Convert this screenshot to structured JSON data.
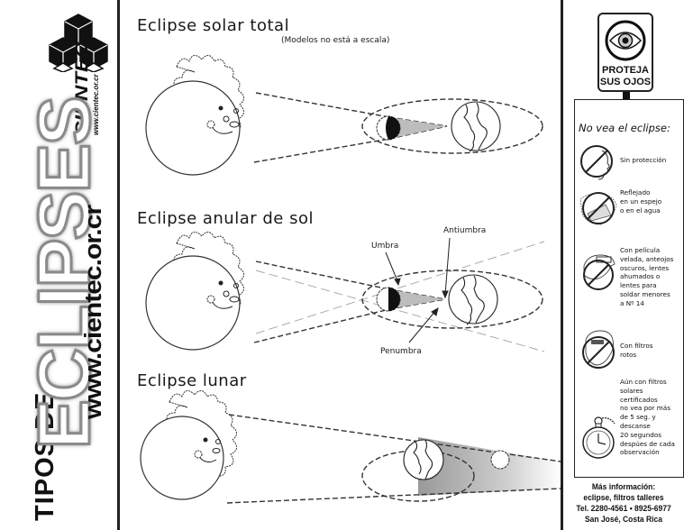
{
  "banner": {
    "title_prefix": "TIPOS DE",
    "title_main": "ECLIPSES",
    "website": "www.cientec.or.cr",
    "logo": {
      "name": "CIENTEC",
      "url": "www.cientec.or.cr",
      "icon": "cubes-logo-icon"
    }
  },
  "sections": [
    {
      "title": "Eclipse solar total",
      "note": "(Modelos no está a escala)",
      "labels": []
    },
    {
      "title": "Eclipse anular de sol",
      "labels": [
        "Umbra",
        "Antiumbra",
        "Penumbra"
      ]
    },
    {
      "title": "Eclipse lunar",
      "labels": []
    }
  ],
  "sign": {
    "icon": "eye-icon",
    "line1": "PROTEJA",
    "line2": "SUS OJOS"
  },
  "warnings": {
    "title": "No vea el eclipse:",
    "items": [
      {
        "icon": "no-face-icon",
        "text": "Sin protección"
      },
      {
        "icon": "no-mirror-water-icon",
        "text": "Reflejado\nen un espejo\no en el agua"
      },
      {
        "icon": "no-glasses-icon",
        "text": "Con película\nvelada, anteojos\noscuros, lentes\nahumados o\nlentes para\nsoldar menores\na Nº 14"
      },
      {
        "icon": "no-broken-filter-icon",
        "text": "Con filtros\nrotos"
      },
      {
        "icon": "stopwatch-icon",
        "text": "Aún con filtros\nsolares\ncertificados\nno vea por más\nde 5 seg. y\ndescanse\n20 segundos\ndespúes de cada\nobservación"
      }
    ]
  },
  "info": {
    "line1": "Más información:",
    "line2": "eclipse, filtros  talleres",
    "line3": "Tel. 2280-4561 • 8925-6977",
    "line4": "San José, Costa Rica"
  }
}
